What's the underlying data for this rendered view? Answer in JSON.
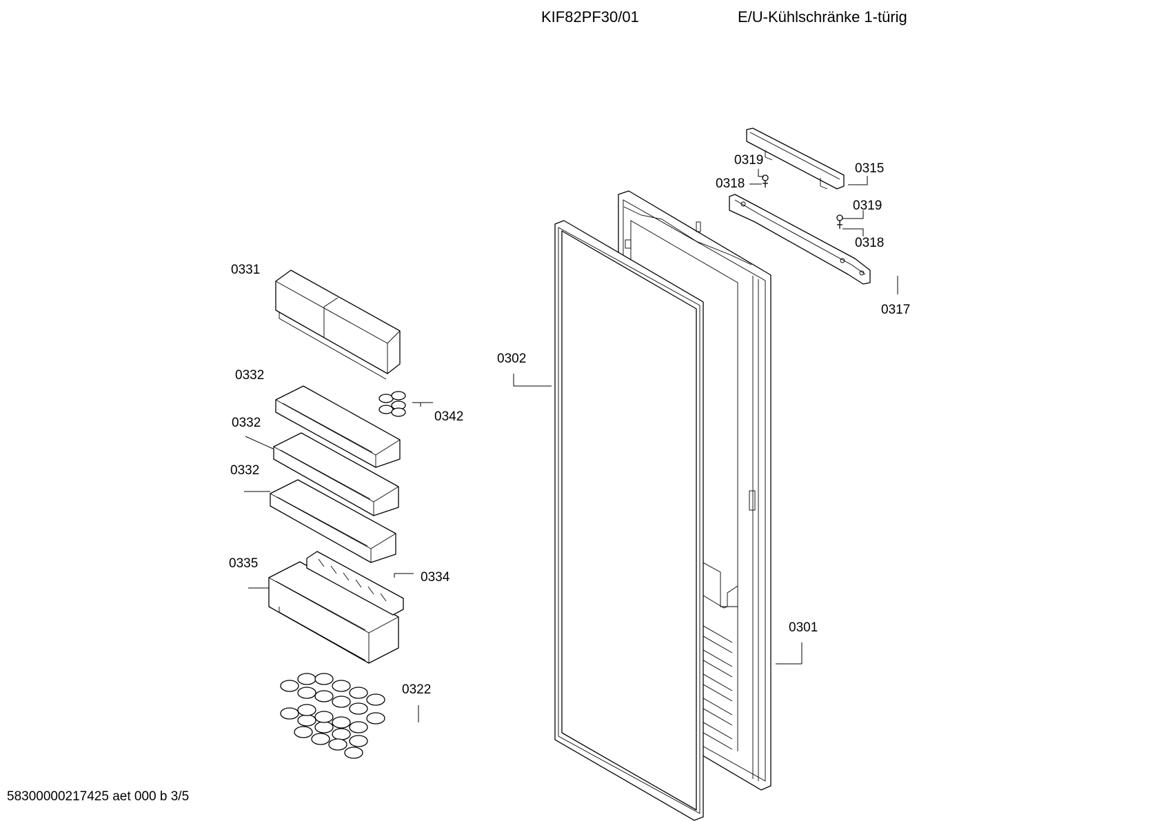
{
  "header": {
    "model": "KIF82PF30/01",
    "description": "E/U-Kühlschränke 1-türig"
  },
  "footer": {
    "code": "58300000217425 aet 000 b 3/5"
  },
  "parts": {
    "p0301": "0301",
    "p0302": "0302",
    "p0315": "0315",
    "p0317": "0317",
    "p0318a": "0318",
    "p0318b": "0318",
    "p0319a": "0319",
    "p0319b": "0319",
    "p0322": "0322",
    "p0331": "0331",
    "p0332a": "0332",
    "p0332b": "0332",
    "p0332c": "0332",
    "p0334": "0334",
    "p0335": "0335",
    "p0342": "0342"
  }
}
